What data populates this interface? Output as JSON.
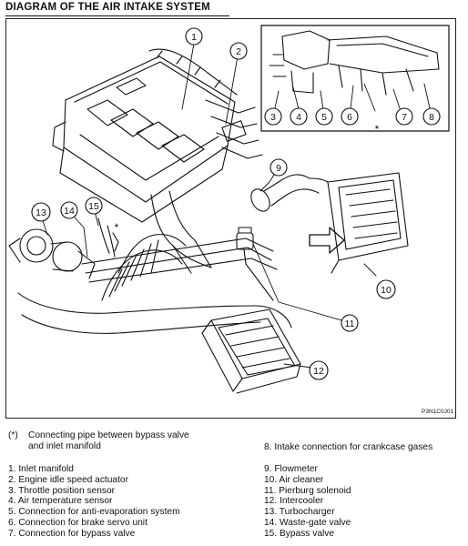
{
  "title": "DIAGRAM OF THE AIR INTAKE SYSTEM",
  "figure_code": "P3N1C0J01",
  "note": {
    "marker": "(*)",
    "text_line1": "Connecting pipe between bypass valve",
    "text_line2": "and inlet manifold"
  },
  "callouts": [
    "1",
    "2",
    "3",
    "4",
    "5",
    "6",
    "7",
    "8",
    "9",
    "10",
    "11",
    "12",
    "13",
    "14",
    "15"
  ],
  "star": "*",
  "legend_left": [
    "1. Inlet manifold",
    "2. Engine idle speed actuator",
    "3. Throttle position sensor",
    "4. Air temperature sensor",
    "5. Connection for anti-evaporation system",
    "6. Connection for brake servo unit",
    "7. Connection for bypass valve"
  ],
  "legend_item8": "8. Intake connection for crankcase gases",
  "legend_right": [
    "9. Flowmeter",
    "10. Air cleaner",
    "11. Pierburg solenoid",
    "12. Intercooler",
    "13. Turbocharger",
    "14. Waste-gate valve",
    "15. Bypass valve"
  ]
}
